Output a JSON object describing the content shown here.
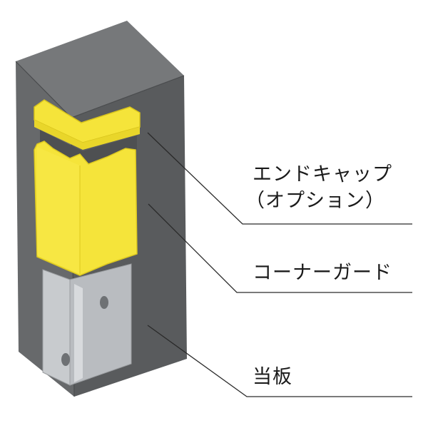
{
  "labels": {
    "end_cap_line1": "エンドキャップ",
    "end_cap_line2": "（オプション）",
    "corner_guard": "コーナーガード",
    "backing_plate": "当板"
  },
  "colors": {
    "pillar_front": "#67696b",
    "pillar_side": "#595b5d",
    "pillar_top": "#76787a",
    "guard_yellow": "#f5e43a",
    "guard_edge": "#e6d21e",
    "plate": "#c8cbce",
    "leader_line": "#2a2a2a"
  }
}
